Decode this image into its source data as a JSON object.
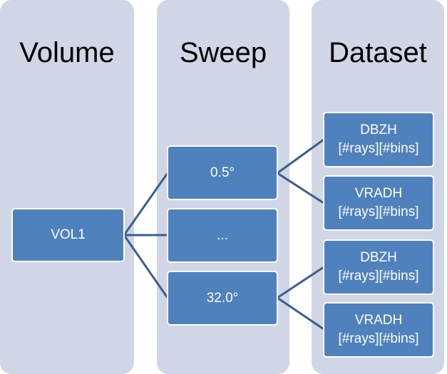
{
  "columns": {
    "volume": "Volume",
    "sweep": "Sweep",
    "dataset": "Dataset"
  },
  "volume_node": {
    "label": "VOL1"
  },
  "sweeps": [
    {
      "label": "0.5°"
    },
    {
      "label": "..."
    },
    {
      "label": "32.0°"
    }
  ],
  "datasets": [
    {
      "name": "DBZH",
      "dims": "[#rays][#bins]"
    },
    {
      "name": "VRADH",
      "dims": "[#rays][#bins]"
    },
    {
      "name": "DBZH",
      "dims": "[#rays][#bins]"
    },
    {
      "name": "VRADH",
      "dims": "[#rays][#bins]"
    }
  ],
  "colors": {
    "column_bg": "#d0d6e6",
    "node_fill": "#4f81bd",
    "connector": "#3a5f8f"
  }
}
